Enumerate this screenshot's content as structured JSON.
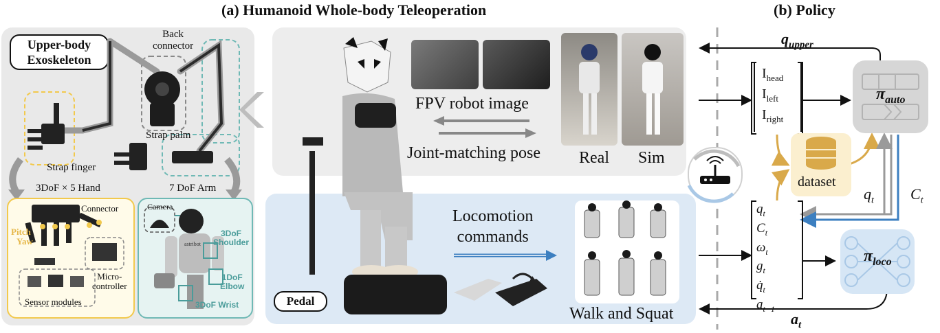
{
  "titles": {
    "teleop": "(a) Humanoid Whole-body Teleoperation",
    "policy": "(b) Policy"
  },
  "exoskeleton": {
    "label_line1": "Upper-body",
    "label_line2": "Exoskeleton",
    "back_connector_line1": "Back",
    "back_connector_line2": "connector",
    "strap_palm": "Strap palm",
    "strap_finger": "Strap finger"
  },
  "hand": {
    "title": "3DoF × 5 Hand",
    "connector": "Connector",
    "pitch": "Pitch",
    "yaw": "Yaw",
    "sensor_modules": "Sensor modules",
    "micro_line1": "Micro-",
    "micro_line2": "controller"
  },
  "arm": {
    "title": "7 DoF Arm",
    "camera": "Camera",
    "shoulder_line1": "3DoF",
    "shoulder_line2": "Shoulder",
    "elbow_line1": "1DoF",
    "elbow_line2": "Elbow",
    "wrist": "3DoF Wrist",
    "robot_brand": "astribot"
  },
  "fpv": {
    "fpv_label": "FPV robot image",
    "joint_label": "Joint-matching pose",
    "real": "Real",
    "sim": "Sim"
  },
  "pedal": {
    "label": "Pedal",
    "loco_line1": "Locomotion",
    "loco_line2": "commands",
    "walk_squat": "Walk and Squat"
  },
  "policy": {
    "q_upper": "q",
    "q_upper_sub": "upper",
    "i_head": "I",
    "i_head_sub": "head",
    "i_left": "I",
    "i_left_sub": "left",
    "i_right": "I",
    "i_right_sub": "right",
    "pi_auto": "π",
    "pi_auto_sub": "auto",
    "dataset": "dataset",
    "q_t": "q",
    "c_t": "C",
    "t_sub": "t",
    "state_q": "q",
    "state_c": "C",
    "state_omega": "ω",
    "state_g": "g",
    "state_qdot": "q̇",
    "state_a": "a",
    "state_a_sub": "t−1",
    "pi_loco": "π",
    "pi_loco_sub": "loco",
    "a_t": "a",
    "a_t_sub": "t"
  },
  "colors": {
    "gold_arrow": "#d9a94a",
    "blue_arrow": "#3c7fc0",
    "gray_arrow": "#9a9a9a",
    "teal_outline": "#6fb9b5",
    "yellow_outline": "#f2c94c"
  }
}
